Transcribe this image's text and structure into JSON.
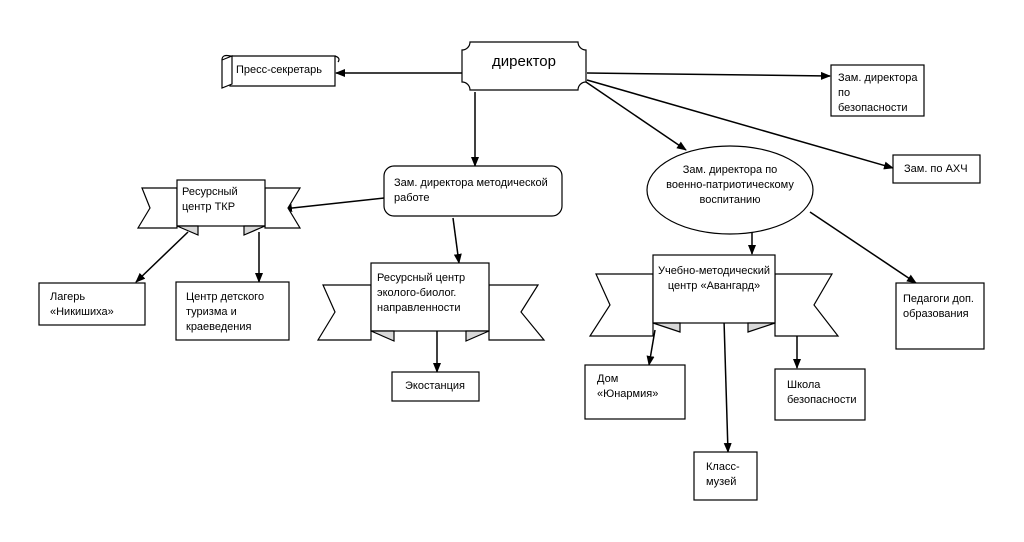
{
  "diagram": {
    "director": "директор",
    "press_secretary": "Пресс-секретарь",
    "deputy_safety": "Зам. директора по безопасности",
    "deputy_methodical": "Зам. директора методической работе",
    "deputy_military": "Зам. директора по военно-патриотическому воспитанию",
    "deputy_ahch": "Зам. по АХЧ",
    "resource_tkr": "Ресурсный центр ТКР",
    "camp_nikishikha": "Лагерь «Никишиха»",
    "center_tourism": "Центр детского туризма и краеведения",
    "resource_eco": "Ресурсный центр эколого-биолог. направленности",
    "ecostation": "Экостанция",
    "avangard": "Учебно-методический центр «Авангард»",
    "yunarmiya_house": "Дом «Юнармия»",
    "class_museum": "Класс-музей",
    "safety_school": "Школа безопасности",
    "additional_teachers": "Педагоги доп. образования"
  }
}
